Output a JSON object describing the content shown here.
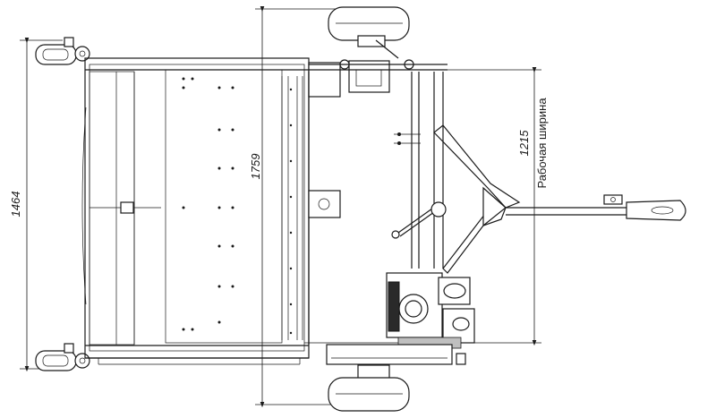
{
  "dimensions": {
    "overall_width": "1464",
    "overall_length": "1759",
    "working_width": "1215",
    "working_width_label": "Рабочая ширина"
  }
}
